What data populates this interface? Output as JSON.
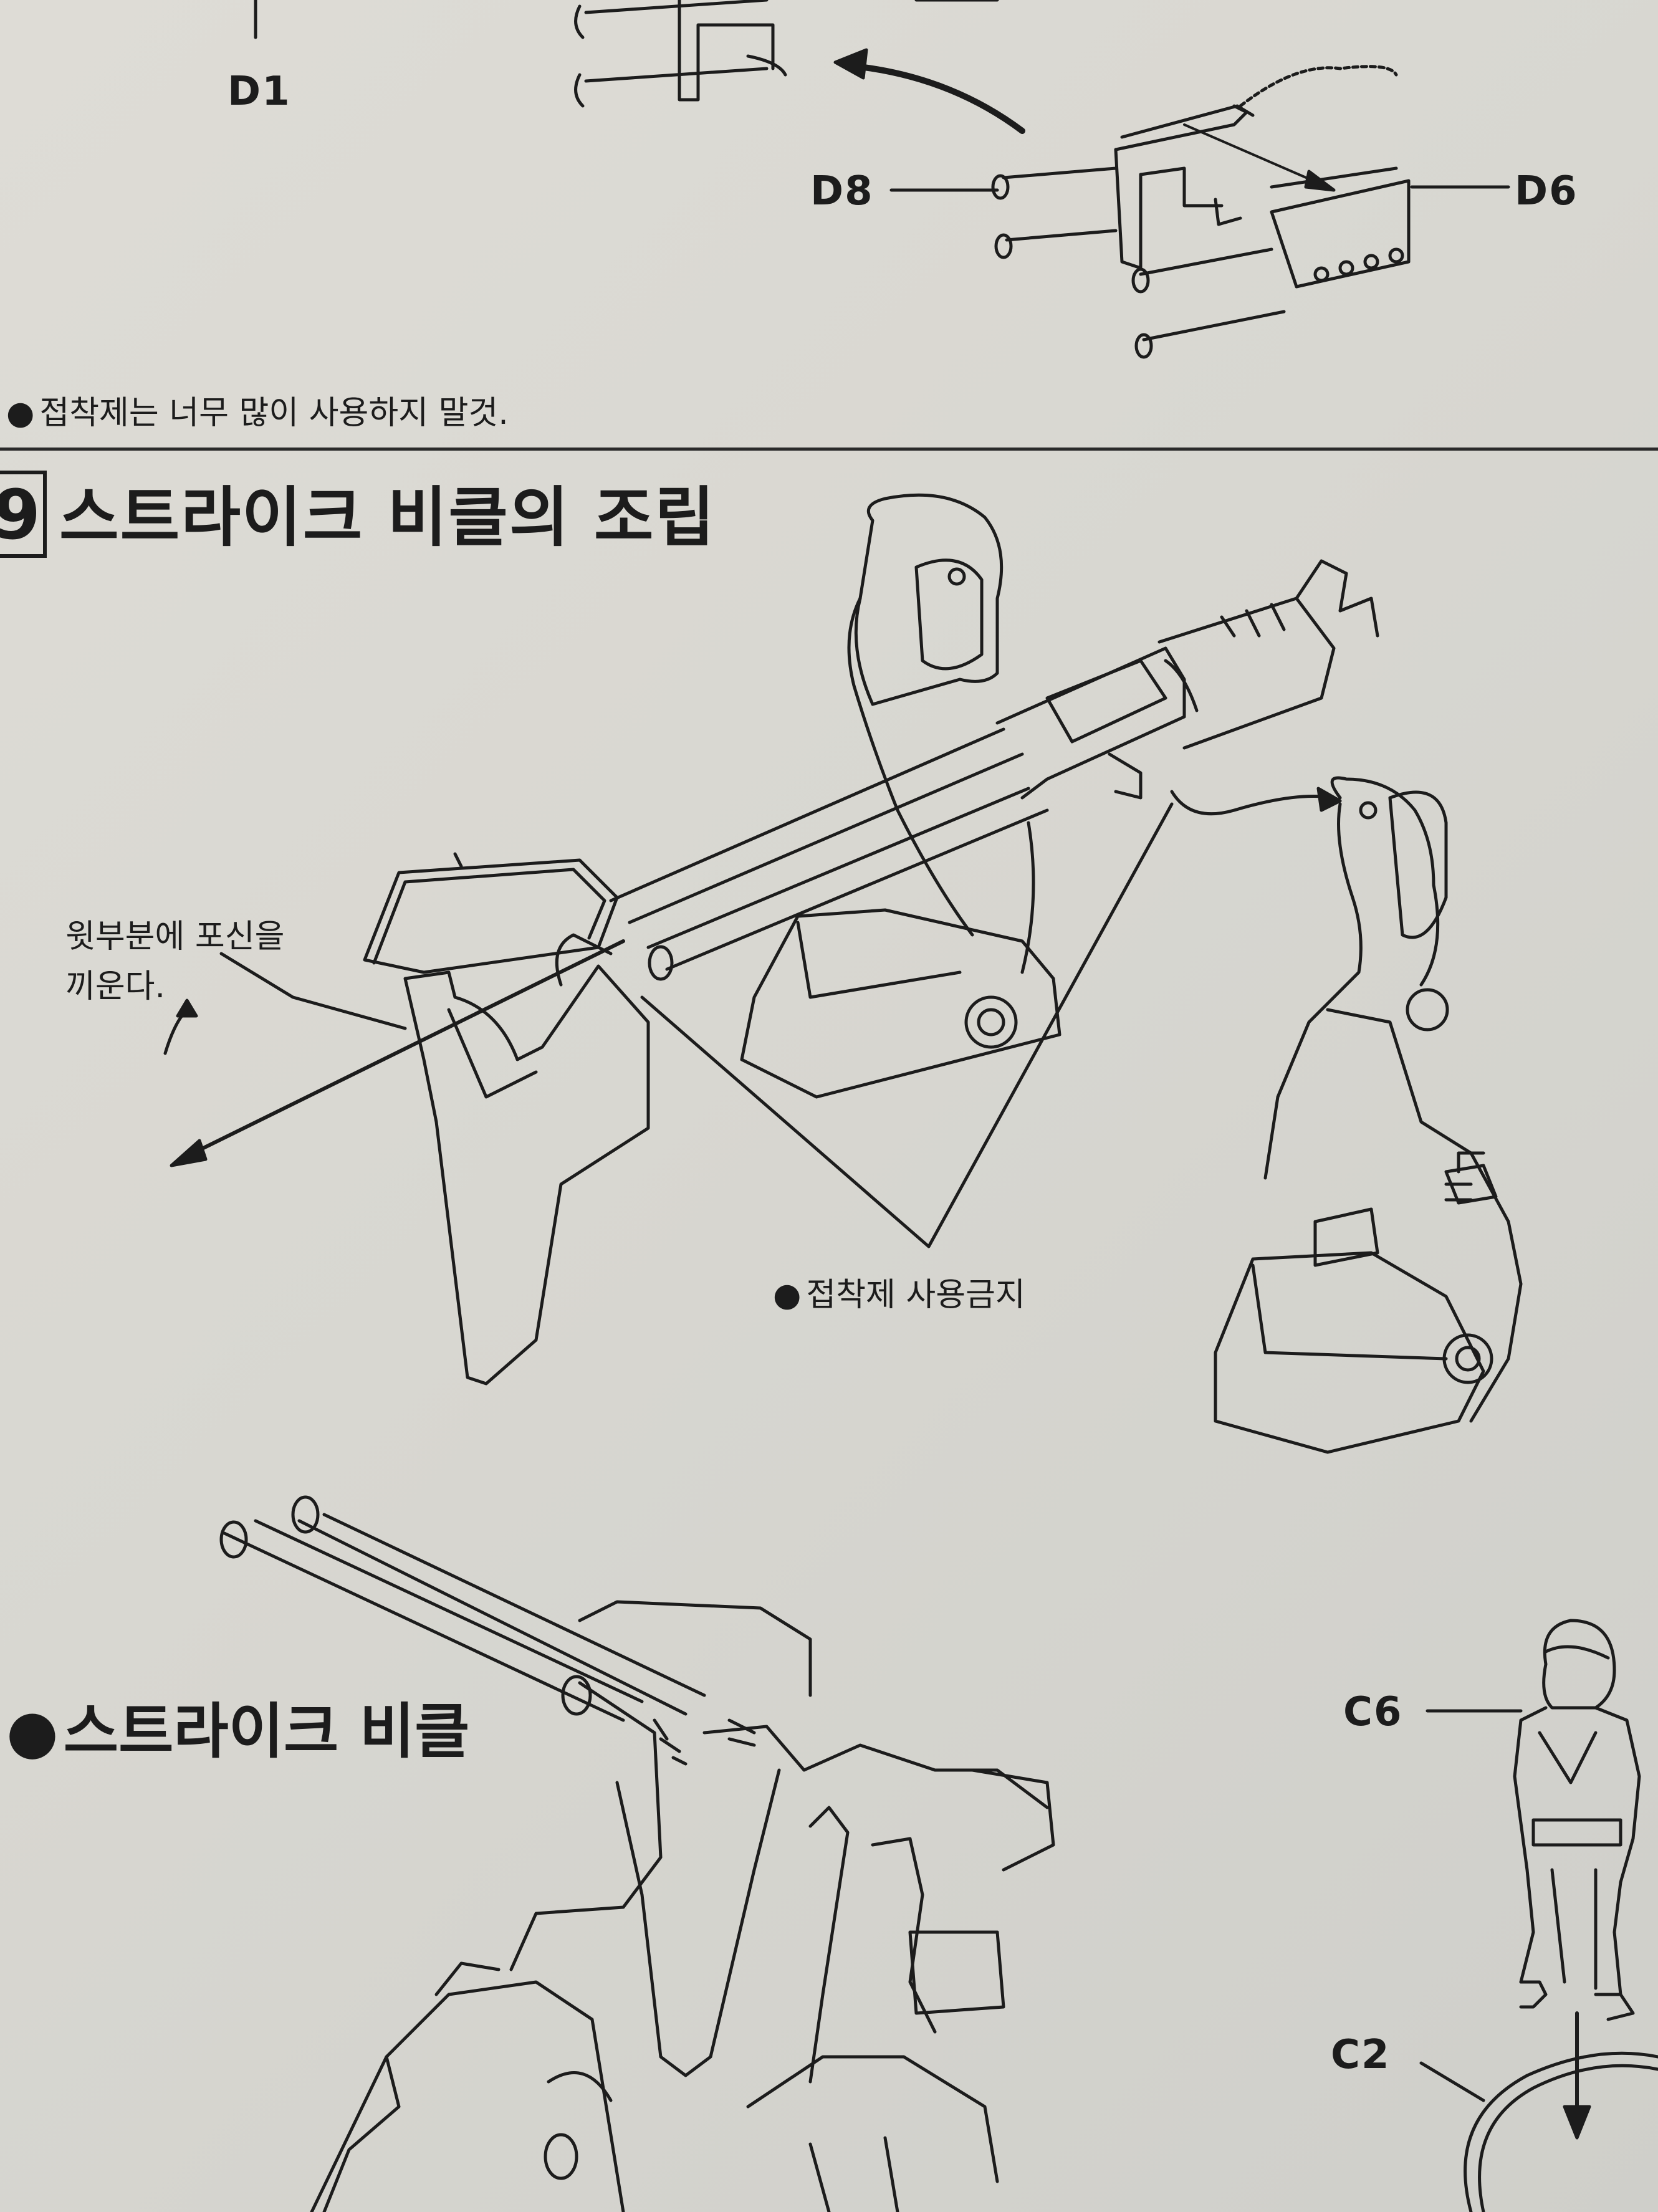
{
  "top": {
    "labels": {
      "d1": "D1",
      "d8": "D8",
      "d6": "D6"
    },
    "glue_note": "접착제는 너무 많이 사용하지 말것."
  },
  "step": {
    "number": "9",
    "title": "스트라이크 비클의 조립",
    "gun_note_line1": "윗부분에 포신을",
    "gun_note_line2": "끼운다.",
    "no_glue_note": "접착제 사용금지"
  },
  "completed": {
    "title": "스트라이크 비클",
    "labels": {
      "c6": "C6",
      "c2": "C2"
    }
  },
  "colors": {
    "ink": "#1c1c1c",
    "paper": "#dad9d4"
  }
}
